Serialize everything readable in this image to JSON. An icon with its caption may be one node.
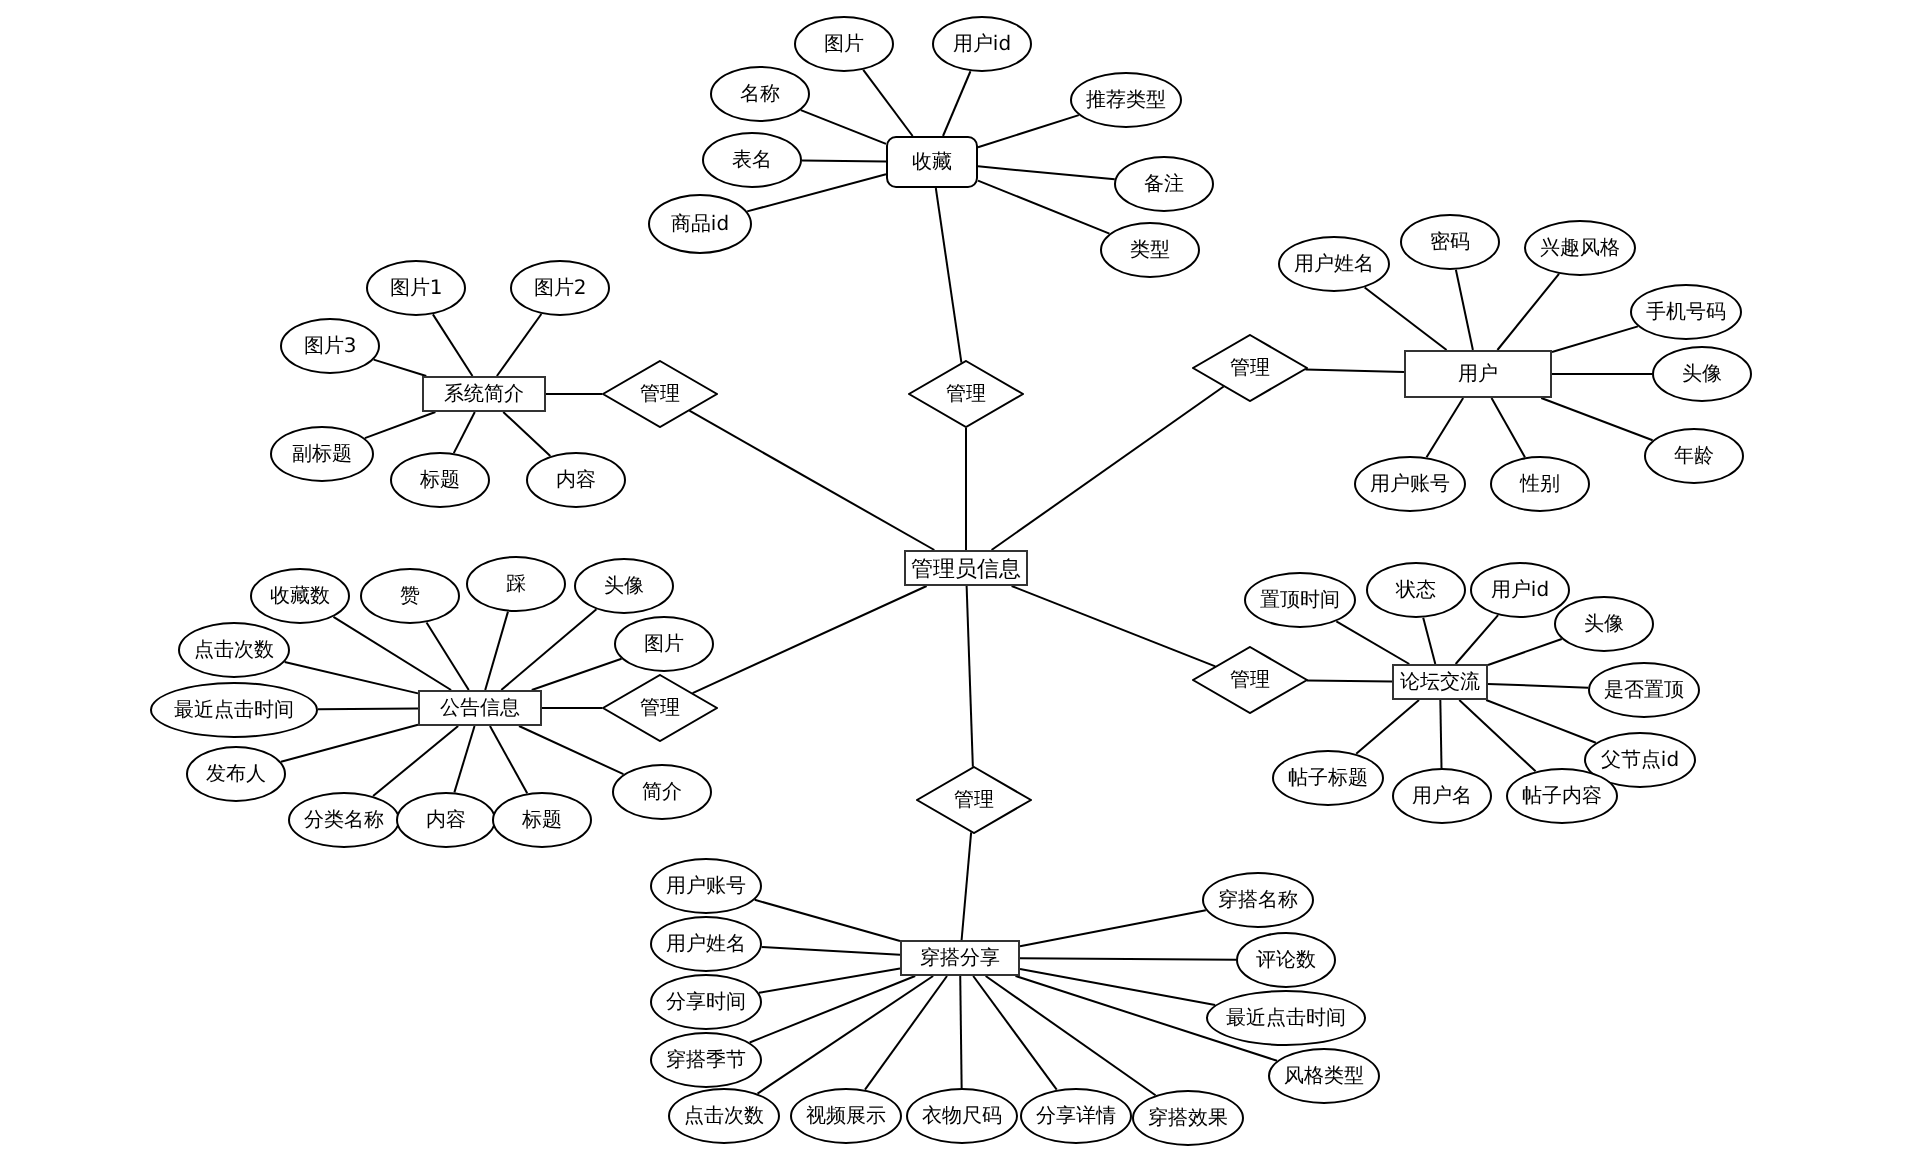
{
  "diagram": {
    "nodes": [
      {
        "text": [
          "收藏"
        ]
      },
      {
        "text": [
          "图片"
        ]
      },
      {
        "text": [
          "用户id"
        ]
      },
      {
        "text": [
          "名称"
        ]
      },
      {
        "text": [
          "表名"
        ]
      },
      {
        "text": [
          "商品id"
        ]
      },
      {
        "text": [
          "推荐类型"
        ]
      },
      {
        "text": [
          "备注"
        ]
      },
      {
        "text": [
          "类型"
        ]
      },
      {
        "text": [
          "系统简介"
        ]
      },
      {
        "text": [
          "图片1"
        ]
      },
      {
        "text": [
          "图片2"
        ]
      },
      {
        "text": [
          "图片3"
        ]
      },
      {
        "text": [
          "副标题"
        ]
      },
      {
        "text": [
          "标题"
        ]
      },
      {
        "text": [
          "内容"
        ]
      },
      {
        "text": [
          "管理"
        ]
      },
      {
        "text": [
          "管理"
        ]
      },
      {
        "text": [
          "管理"
        ]
      },
      {
        "text": [
          "用户"
        ]
      },
      {
        "text": [
          "用户姓名"
        ]
      },
      {
        "text": [
          "密码"
        ]
      },
      {
        "text": [
          "兴趣风格"
        ]
      },
      {
        "text": [
          "手机号码"
        ]
      },
      {
        "text": [
          "头像"
        ]
      },
      {
        "text": [
          "年龄"
        ]
      },
      {
        "text": [
          "用户账号"
        ]
      },
      {
        "text": [
          "性别"
        ]
      },
      {
        "text": [
          "管理员信息"
        ]
      },
      {
        "text": [
          "公告信息"
        ]
      },
      {
        "text": [
          "收藏数"
        ]
      },
      {
        "text": [
          "赞"
        ]
      },
      {
        "text": [
          "踩"
        ]
      },
      {
        "text": [
          "头像"
        ]
      },
      {
        "text": [
          "点击次数"
        ]
      },
      {
        "text": [
          "图片"
        ]
      },
      {
        "text": [
          "最近点击时间"
        ]
      },
      {
        "text": [
          "发布人"
        ]
      },
      {
        "text": [
          "管理"
        ]
      },
      {
        "text": [
          "分类名称"
        ]
      },
      {
        "text": [
          "内容"
        ]
      },
      {
        "text": [
          "标题"
        ]
      },
      {
        "text": [
          "简介"
        ]
      },
      {
        "text": [
          "管理"
        ]
      },
      {
        "text": [
          "论坛交流"
        ]
      },
      {
        "text": [
          "置顶时间"
        ]
      },
      {
        "text": [
          "状态"
        ]
      },
      {
        "text": [
          "用户id"
        ]
      },
      {
        "text": [
          "头像"
        ]
      },
      {
        "text": [
          "是否置顶"
        ]
      },
      {
        "text": [
          "父节点id"
        ]
      },
      {
        "text": [
          "帖子标题"
        ]
      },
      {
        "text": [
          "用户名"
        ]
      },
      {
        "text": [
          "帖子内容"
        ]
      },
      {
        "text": [
          "管理"
        ]
      },
      {
        "text": [
          "穿搭分享"
        ]
      },
      {
        "text": [
          "用户账号"
        ]
      },
      {
        "text": [
          "用户姓名"
        ]
      },
      {
        "text": [
          "分享时间"
        ]
      },
      {
        "text": [
          "穿搭季节"
        ]
      },
      {
        "text": [
          "点击次数"
        ]
      },
      {
        "text": [
          "视频展示"
        ]
      },
      {
        "text": [
          "衣物尺码"
        ]
      },
      {
        "text": [
          "分享详情"
        ]
      },
      {
        "text": [
          "穿搭效果"
        ]
      },
      {
        "text": [
          "穿搭名称"
        ]
      },
      {
        "text": [
          "评论数"
        ]
      },
      {
        "text": [
          "最近点击时间"
        ]
      },
      {
        "text": [
          "风格类型"
        ]
      }
    ],
    "edges": [
      {
        "from": 0,
        "to": 1,
        "arrow": "none"
      },
      {
        "from": 0,
        "to": 2,
        "arrow": "none"
      },
      {
        "from": 0,
        "to": 3,
        "arrow": "none"
      },
      {
        "from": 0,
        "to": 4,
        "arrow": "none"
      },
      {
        "from": 0,
        "to": 5,
        "arrow": "none"
      },
      {
        "from": 0,
        "to": 6,
        "arrow": "none"
      },
      {
        "from": 0,
        "to": 7,
        "arrow": "none"
      },
      {
        "from": 0,
        "to": 8,
        "arrow": "none"
      },
      {
        "from": 9,
        "to": 10,
        "arrow": "none"
      },
      {
        "from": 9,
        "to": 11,
        "arrow": "none"
      },
      {
        "from": 9,
        "to": 12,
        "arrow": "none"
      },
      {
        "from": 9,
        "to": 13,
        "arrow": "none"
      },
      {
        "from": 9,
        "to": 14,
        "arrow": "none"
      },
      {
        "from": 9,
        "to": 15,
        "arrow": "none"
      },
      {
        "from": 9,
        "to": 16,
        "arrow": "none"
      },
      {
        "from": 16,
        "to": 28,
        "arrow": "none"
      },
      {
        "from": 0,
        "to": 17,
        "arrow": "none"
      },
      {
        "from": 17,
        "to": 28,
        "arrow": "none"
      },
      {
        "from": 28,
        "to": 18,
        "arrow": "none"
      },
      {
        "from": 18,
        "to": 19,
        "arrow": "none"
      },
      {
        "from": 19,
        "to": 20,
        "arrow": "none"
      },
      {
        "from": 19,
        "to": 21,
        "arrow": "none"
      },
      {
        "from": 19,
        "to": 22,
        "arrow": "none"
      },
      {
        "from": 19,
        "to": 23,
        "arrow": "none"
      },
      {
        "from": 19,
        "to": 24,
        "arrow": "none"
      },
      {
        "from": 19,
        "to": 25,
        "arrow": "none"
      },
      {
        "from": 19,
        "to": 26,
        "arrow": "none"
      },
      {
        "from": 19,
        "to": 27,
        "arrow": "none"
      },
      {
        "from": 29,
        "to": 30,
        "arrow": "none"
      },
      {
        "from": 29,
        "to": 31,
        "arrow": "none"
      },
      {
        "from": 29,
        "to": 32,
        "arrow": "none"
      },
      {
        "from": 29,
        "to": 33,
        "arrow": "none"
      },
      {
        "from": 29,
        "to": 34,
        "arrow": "none"
      },
      {
        "from": 29,
        "to": 35,
        "arrow": "none"
      },
      {
        "from": 29,
        "to": 36,
        "arrow": "none"
      },
      {
        "from": 29,
        "to": 37,
        "arrow": "none"
      },
      {
        "from": 29,
        "to": 39,
        "arrow": "none"
      },
      {
        "from": 29,
        "to": 40,
        "arrow": "none"
      },
      {
        "from": 29,
        "to": 41,
        "arrow": "none"
      },
      {
        "from": 29,
        "to": 42,
        "arrow": "none"
      },
      {
        "from": 29,
        "to": 38,
        "arrow": "none"
      },
      {
        "from": 38,
        "to": 28,
        "arrow": "none"
      },
      {
        "from": 28,
        "to": 43,
        "arrow": "none"
      },
      {
        "from": 43,
        "to": 44,
        "arrow": "none"
      },
      {
        "from": 44,
        "to": 45,
        "arrow": "none"
      },
      {
        "from": 44,
        "to": 46,
        "arrow": "none"
      },
      {
        "from": 44,
        "to": 47,
        "arrow": "none"
      },
      {
        "from": 44,
        "to": 48,
        "arrow": "none"
      },
      {
        "from": 44,
        "to": 49,
        "arrow": "none"
      },
      {
        "from": 44,
        "to": 50,
        "arrow": "none"
      },
      {
        "from": 44,
        "to": 51,
        "arrow": "none"
      },
      {
        "from": 44,
        "to": 52,
        "arrow": "none"
      },
      {
        "from": 44,
        "to": 53,
        "arrow": "none"
      },
      {
        "from": 28,
        "to": 54,
        "arrow": "none"
      },
      {
        "from": 54,
        "to": 55,
        "arrow": "none"
      },
      {
        "from": 55,
        "to": 56,
        "arrow": "none"
      },
      {
        "from": 55,
        "to": 57,
        "arrow": "none"
      },
      {
        "from": 55,
        "to": 58,
        "arrow": "none"
      },
      {
        "from": 55,
        "to": 59,
        "arrow": "none"
      },
      {
        "from": 55,
        "to": 60,
        "arrow": "none"
      },
      {
        "from": 55,
        "to": 61,
        "arrow": "none"
      },
      {
        "from": 55,
        "to": 62,
        "arrow": "none"
      },
      {
        "from": 55,
        "to": 63,
        "arrow": "none"
      },
      {
        "from": 55,
        "to": 64,
        "arrow": "none"
      },
      {
        "from": 55,
        "to": 65,
        "arrow": "none"
      },
      {
        "from": 55,
        "to": 66,
        "arrow": "none"
      },
      {
        "from": 55,
        "to": 67,
        "arrow": "none"
      },
      {
        "from": 55,
        "to": 68,
        "arrow": "none"
      }
    ]
  }
}
